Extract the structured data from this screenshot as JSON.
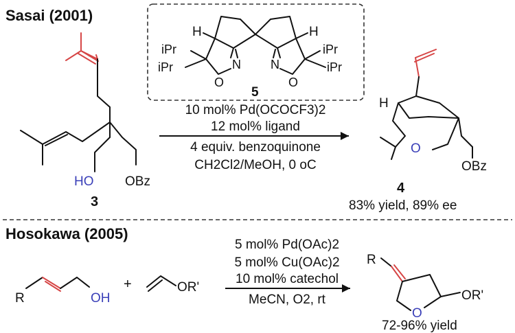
{
  "section1": {
    "heading": "Sasai (2001)",
    "ligand_number": "5",
    "ligand_labels": {
      "h_left": "H",
      "h_right": "H",
      "ipr_1": "iPr",
      "ipr_2": "iPr",
      "ipr_3": "iPr",
      "ipr_4": "iPr",
      "n_left": "N",
      "o_left": "O",
      "n_right": "N",
      "o_right": "O"
    },
    "substrate": {
      "number": "3",
      "ho": "HO",
      "obz": "OBz"
    },
    "conditions": [
      "10 mol% Pd(OCOCF3)2",
      "12 mol% ligand",
      "4 equiv. benzoquinone",
      "CH2Cl2/MeOH, 0 oC"
    ],
    "product": {
      "number": "4",
      "h": "H",
      "o": "O",
      "obz": "OBz",
      "yield": "83% yield, 89% ee"
    }
  },
  "section2": {
    "heading": "Hosokawa (2005)",
    "reactant1": {
      "r": "R",
      "oh": "OH"
    },
    "plus": "+",
    "reactant2": {
      "or": "OR'"
    },
    "conditions": [
      "5 mol% Pd(OAc)2",
      "5 mol% Cu(OAc)2",
      "10 mol% catechol",
      "MeCN, O2, rt"
    ],
    "product": {
      "r": "R",
      "o": "O",
      "or": "OR'",
      "yield": "72-96% yield"
    }
  },
  "colors": {
    "highlight_red": "#d64545",
    "heteroatom_blue": "#3a3fb8",
    "ink": "#111111"
  }
}
